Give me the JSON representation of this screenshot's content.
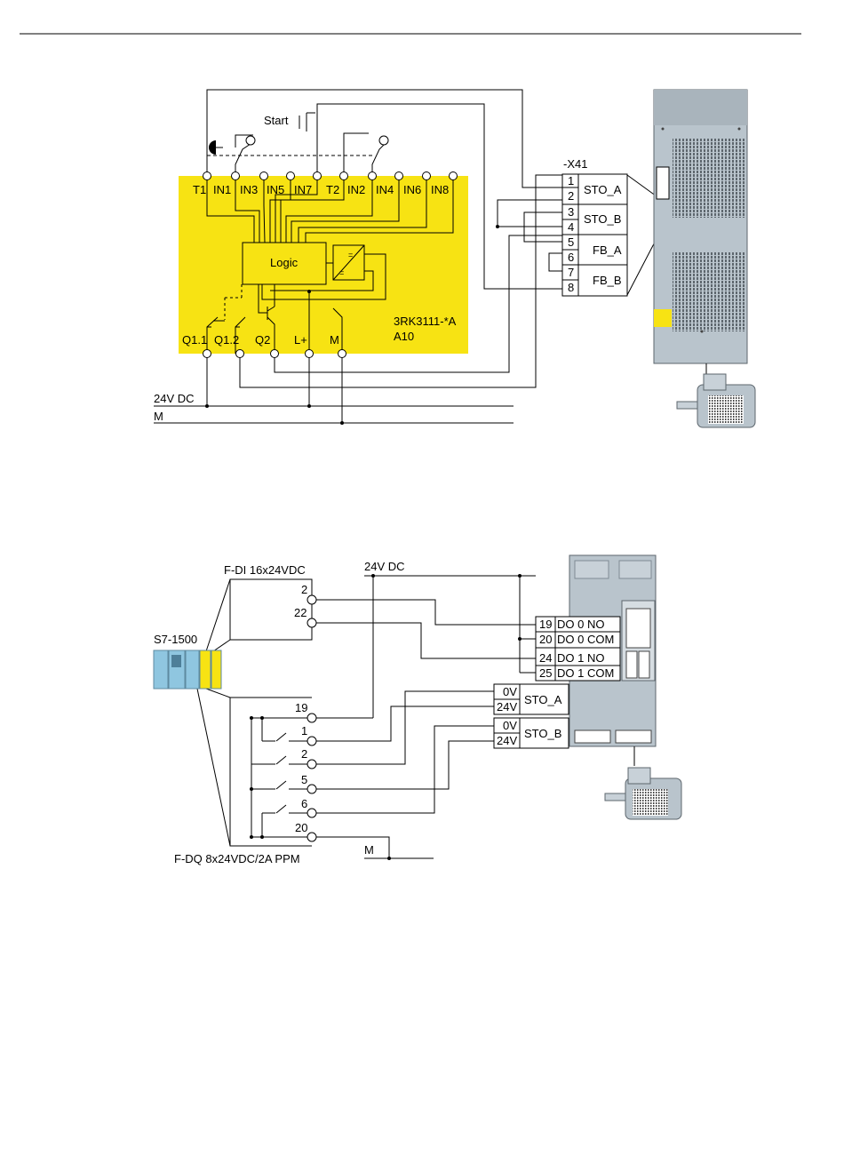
{
  "colors": {
    "relay_yellow": "#f7e313",
    "drive_grey": "#b9c4cc",
    "drive_dark": "#7f8a93",
    "s7_blue": "#8fc6e0"
  },
  "diagram1": {
    "start_label": "Start",
    "x41_label": "-X41",
    "relay_terminals_top": [
      "T1",
      "IN1",
      "IN3",
      "IN5",
      "IN7",
      "T2",
      "IN2",
      "IN4",
      "IN6",
      "IN8"
    ],
    "relay_terminals_bottom": [
      "Q1.1",
      "Q1.2",
      "Q2",
      "L+",
      "M"
    ],
    "logic_label": "Logic",
    "relay_model_line1": "3RK3111-*A",
    "relay_model_line2": "A10",
    "x41_pins": [
      "1",
      "2",
      "3",
      "4",
      "5",
      "6",
      "7",
      "8"
    ],
    "x41_signals": [
      "STO_A",
      "STO_B",
      "FB_A",
      "FB_B"
    ],
    "supply_24v": "24V DC",
    "supply_m": "M"
  },
  "diagram2": {
    "fdi_label": "F-DI 16x24VDC",
    "s7_label": "S7-1500",
    "fdq_label": "F-DQ 8x24VDC/2A PPM",
    "supply_24v": "24V DC",
    "supply_m": "M",
    "fdi_terminals": [
      "2",
      "22"
    ],
    "fdq_terminals": [
      "19",
      "1",
      "2",
      "5",
      "6",
      "20"
    ],
    "do_rows": [
      {
        "num": "19",
        "label": "DO 0 NO"
      },
      {
        "num": "20",
        "label": "DO 0 COM"
      },
      {
        "num": "24",
        "label": "DO 1 NO"
      },
      {
        "num": "25",
        "label": "DO 1 COM"
      }
    ],
    "sto_a": {
      "label": "STO_A",
      "pins": [
        "0V",
        "24V"
      ]
    },
    "sto_b": {
      "label": "STO_B",
      "pins": [
        "0V",
        "24V"
      ]
    }
  }
}
